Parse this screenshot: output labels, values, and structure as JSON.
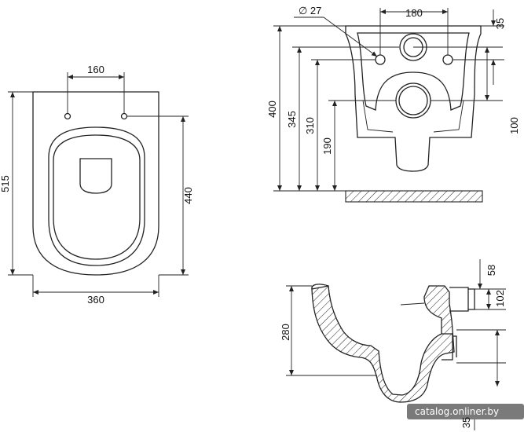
{
  "top_view": {
    "bowl_width": "360",
    "fixing_hole_spacing": "160",
    "overall_length": "515",
    "bowl_length": "440"
  },
  "rear_view": {
    "hole_diameter": "∅ 27",
    "hole_spacing": "180",
    "hole_offset_top": "35",
    "outlet_offset": "100",
    "height_400": "400",
    "height_345": "345",
    "height_310": "310",
    "height_190": "190"
  },
  "side_view": {
    "height": "280",
    "inlet_offset": "58",
    "inlet_height": "102",
    "outlet_offset": "35"
  },
  "watermark": "catalog.onliner.by"
}
